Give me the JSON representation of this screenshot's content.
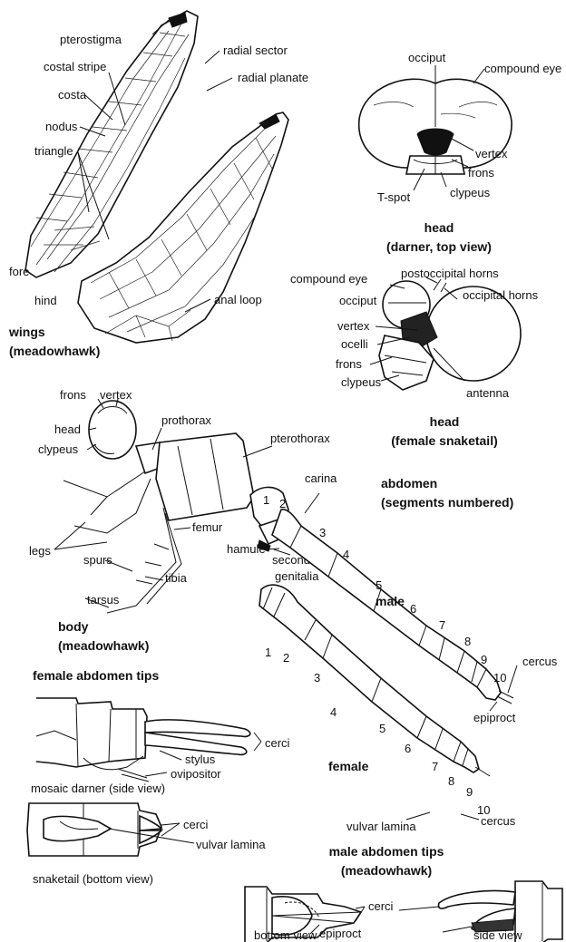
{
  "sections": {
    "wings": {
      "title": "wings",
      "subtitle": "(meadowhawk)"
    },
    "head_top": {
      "title": "head",
      "subtitle": "(darner, top view)"
    },
    "head_snaketail": {
      "title": "head",
      "subtitle": "(female snaketail)"
    },
    "body": {
      "title": "body",
      "subtitle": "(meadowhawk)"
    },
    "abdomen": {
      "title": "abdomen",
      "subtitle": "(segments numbered)"
    },
    "female_tips": {
      "title": "female abdomen tips"
    },
    "male_tips": {
      "title": "male abdomen tips",
      "subtitle": "(meadowhawk)"
    }
  },
  "labels": {
    "wings": {
      "pterostigma": "pterostigma",
      "costal_stripe": "costal stripe",
      "costa": "costa",
      "nodus": "nodus",
      "triangle": "triangle",
      "radial_sector": "radial sector",
      "radial_planate": "radial planate",
      "fore": "fore",
      "hind": "hind",
      "anal_loop": "anal loop"
    },
    "head_top": {
      "occiput": "occiput",
      "compound_eye": "compound eye",
      "vertex": "vertex",
      "frons": "frons",
      "clypeus": "clypeus",
      "t_spot": "T-spot"
    },
    "head_snaketail": {
      "compound_eye": "compound eye",
      "postoccipital_horns": "postoccipital horns",
      "occiput": "occiput",
      "occipital_horns": "occipital horns",
      "vertex": "vertex",
      "ocelli": "ocelli",
      "frons": "frons",
      "clypeus": "clypeus",
      "antenna": "antenna"
    },
    "body": {
      "frons": "frons",
      "vertex": "vertex",
      "head": "head",
      "clypeus": "clypeus",
      "prothorax": "prothorax",
      "pterothorax": "pterothorax",
      "legs": "legs",
      "femur": "femur",
      "spurs": "spurs",
      "tibia": "tibia",
      "tarsus": "tarsus",
      "hamule": "hamule",
      "secondary_genitalia": [
        "secondary",
        "genitalia"
      ],
      "carina": "carina"
    },
    "male_abdomen": {
      "sex": "male",
      "segments": [
        "1",
        "2",
        "3",
        "4",
        "5",
        "6",
        "7",
        "8",
        "9",
        "10"
      ],
      "cercus": "cercus",
      "epiproct": "epiproct"
    },
    "female_abdomen": {
      "sex": "female",
      "segments": [
        "1",
        "2",
        "3",
        "4",
        "5",
        "6",
        "7",
        "8",
        "9",
        "10"
      ],
      "vulvar_lamina": "vulvar lamina",
      "cercus": "cercus"
    },
    "female_tips": {
      "cerci": "cerci",
      "stylus": "stylus",
      "ovipositor": "ovipositor",
      "mosaic_caption": "mosaic darner (side view)",
      "cerci2": "cerci",
      "vulvar_lamina": "vulvar lamina",
      "snaketail_caption": "snaketail (bottom view)"
    },
    "male_tips": {
      "cerci": "cerci",
      "epiproct": "epiproct",
      "bottom_view": "bottom view",
      "side_view": "side view"
    }
  }
}
